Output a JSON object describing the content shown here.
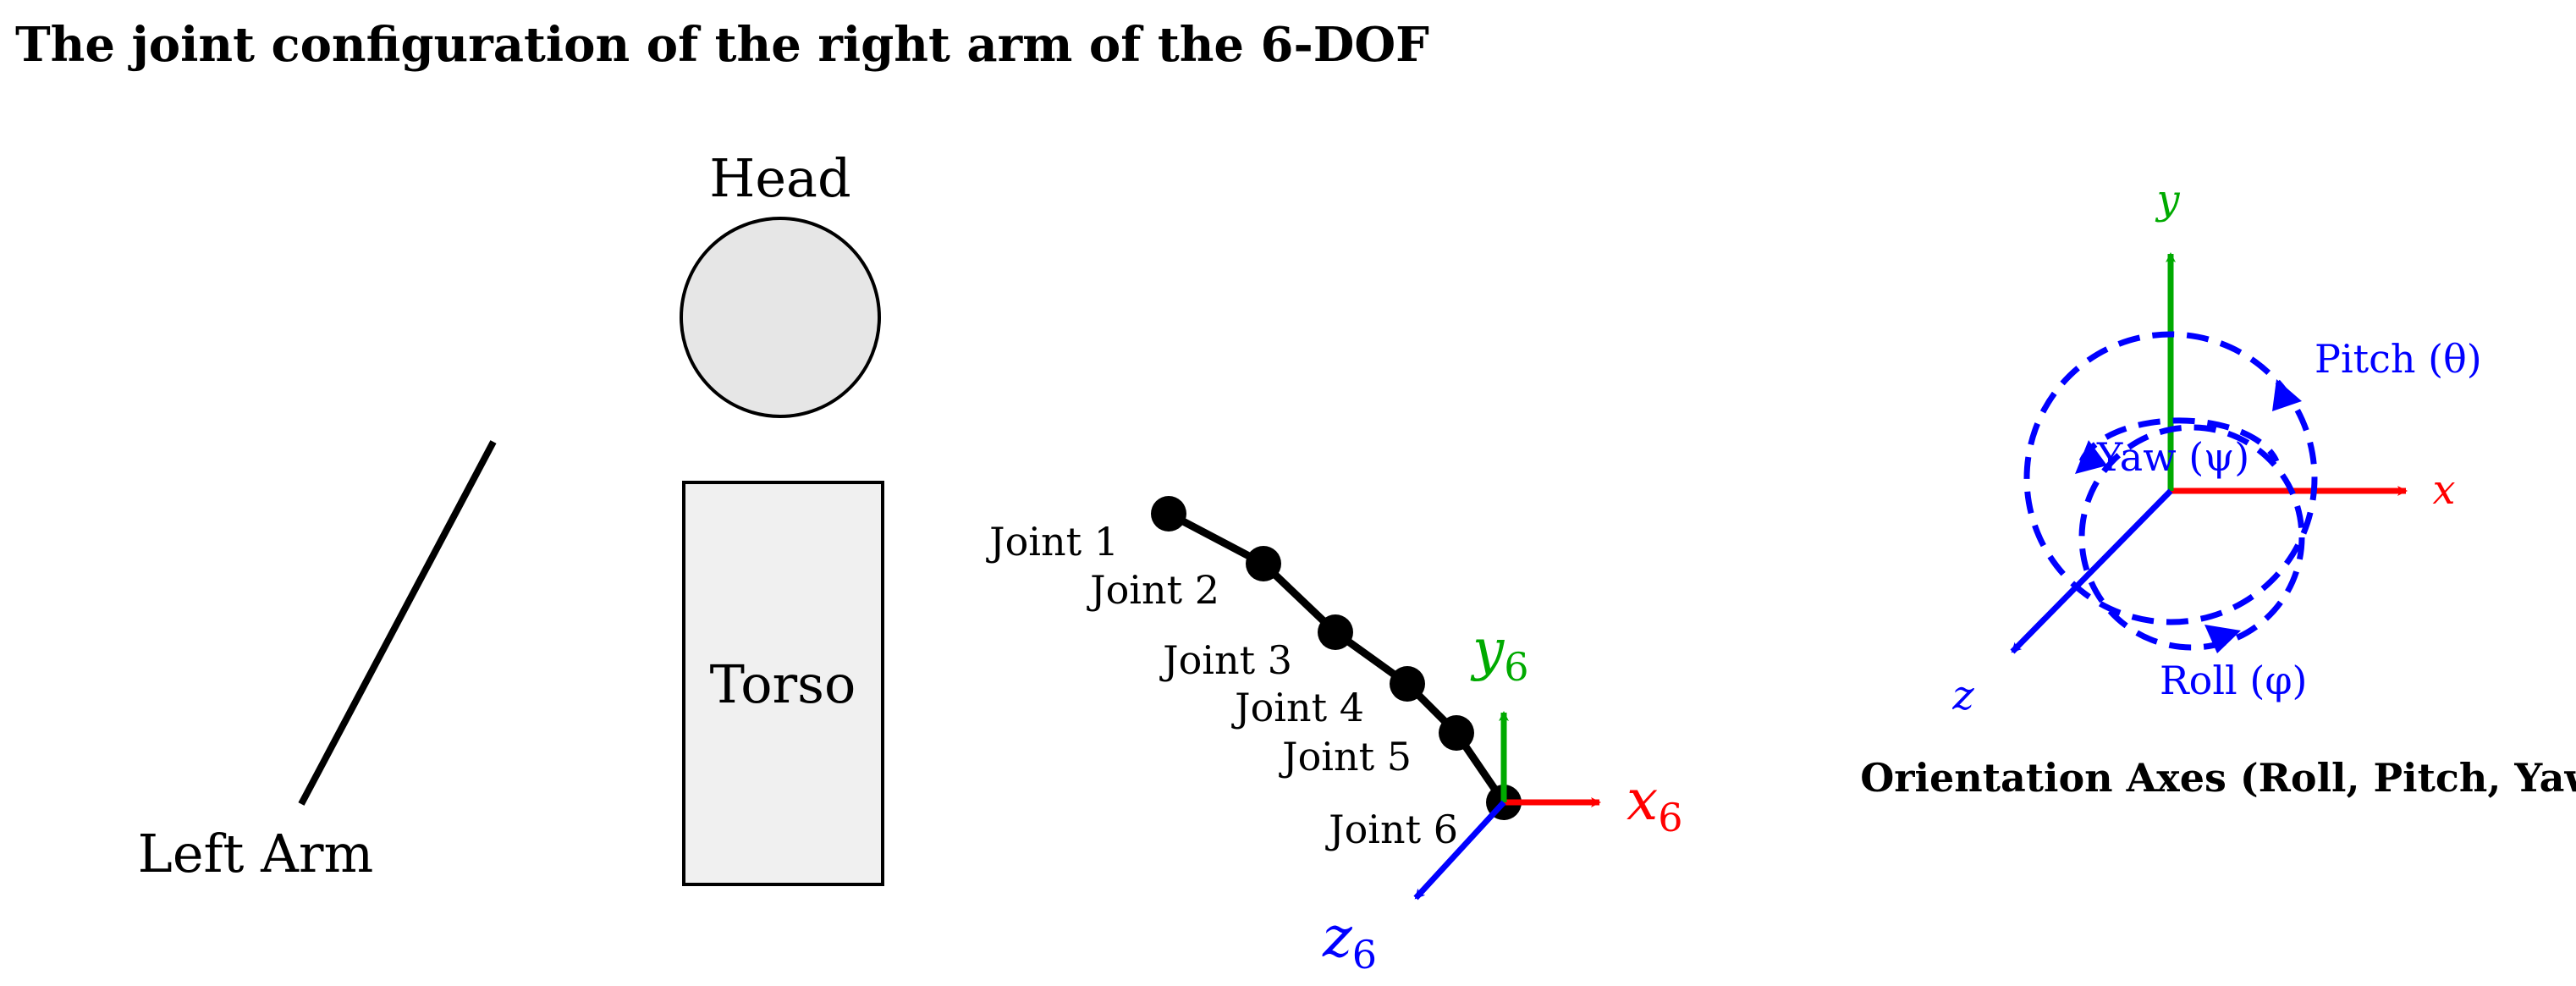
{
  "title": "The joint configuration of the right arm of the 6-DOF",
  "body": {
    "head_label": "Head",
    "torso_label": "Torso",
    "left_arm_label": "Left Arm"
  },
  "arm": {
    "joints": [
      {
        "label": "Joint 1"
      },
      {
        "label": "Joint 2"
      },
      {
        "label": "Joint 3"
      },
      {
        "label": "Joint 4"
      },
      {
        "label": "Joint 5"
      },
      {
        "label": "Joint 6"
      }
    ],
    "axes": {
      "x_label": "x",
      "y_label": "y",
      "z_label": "z",
      "subscript": "6"
    }
  },
  "orientation": {
    "x_label": "x",
    "y_label": "y",
    "z_label": "z",
    "pitch_label": "Pitch (θ)",
    "yaw_label": "Yaw (ψ)",
    "roll_label": "Roll (φ)",
    "caption": "Orientation Axes (Roll, Pitch, Yaw)"
  },
  "colors": {
    "x_axis": "#ff0000",
    "y_axis": "#00aa00",
    "z_axis": "#0000ff",
    "rotation": "#0000ff",
    "head_fill": "#e6e6e6",
    "torso_fill": "#f0f0f0"
  }
}
